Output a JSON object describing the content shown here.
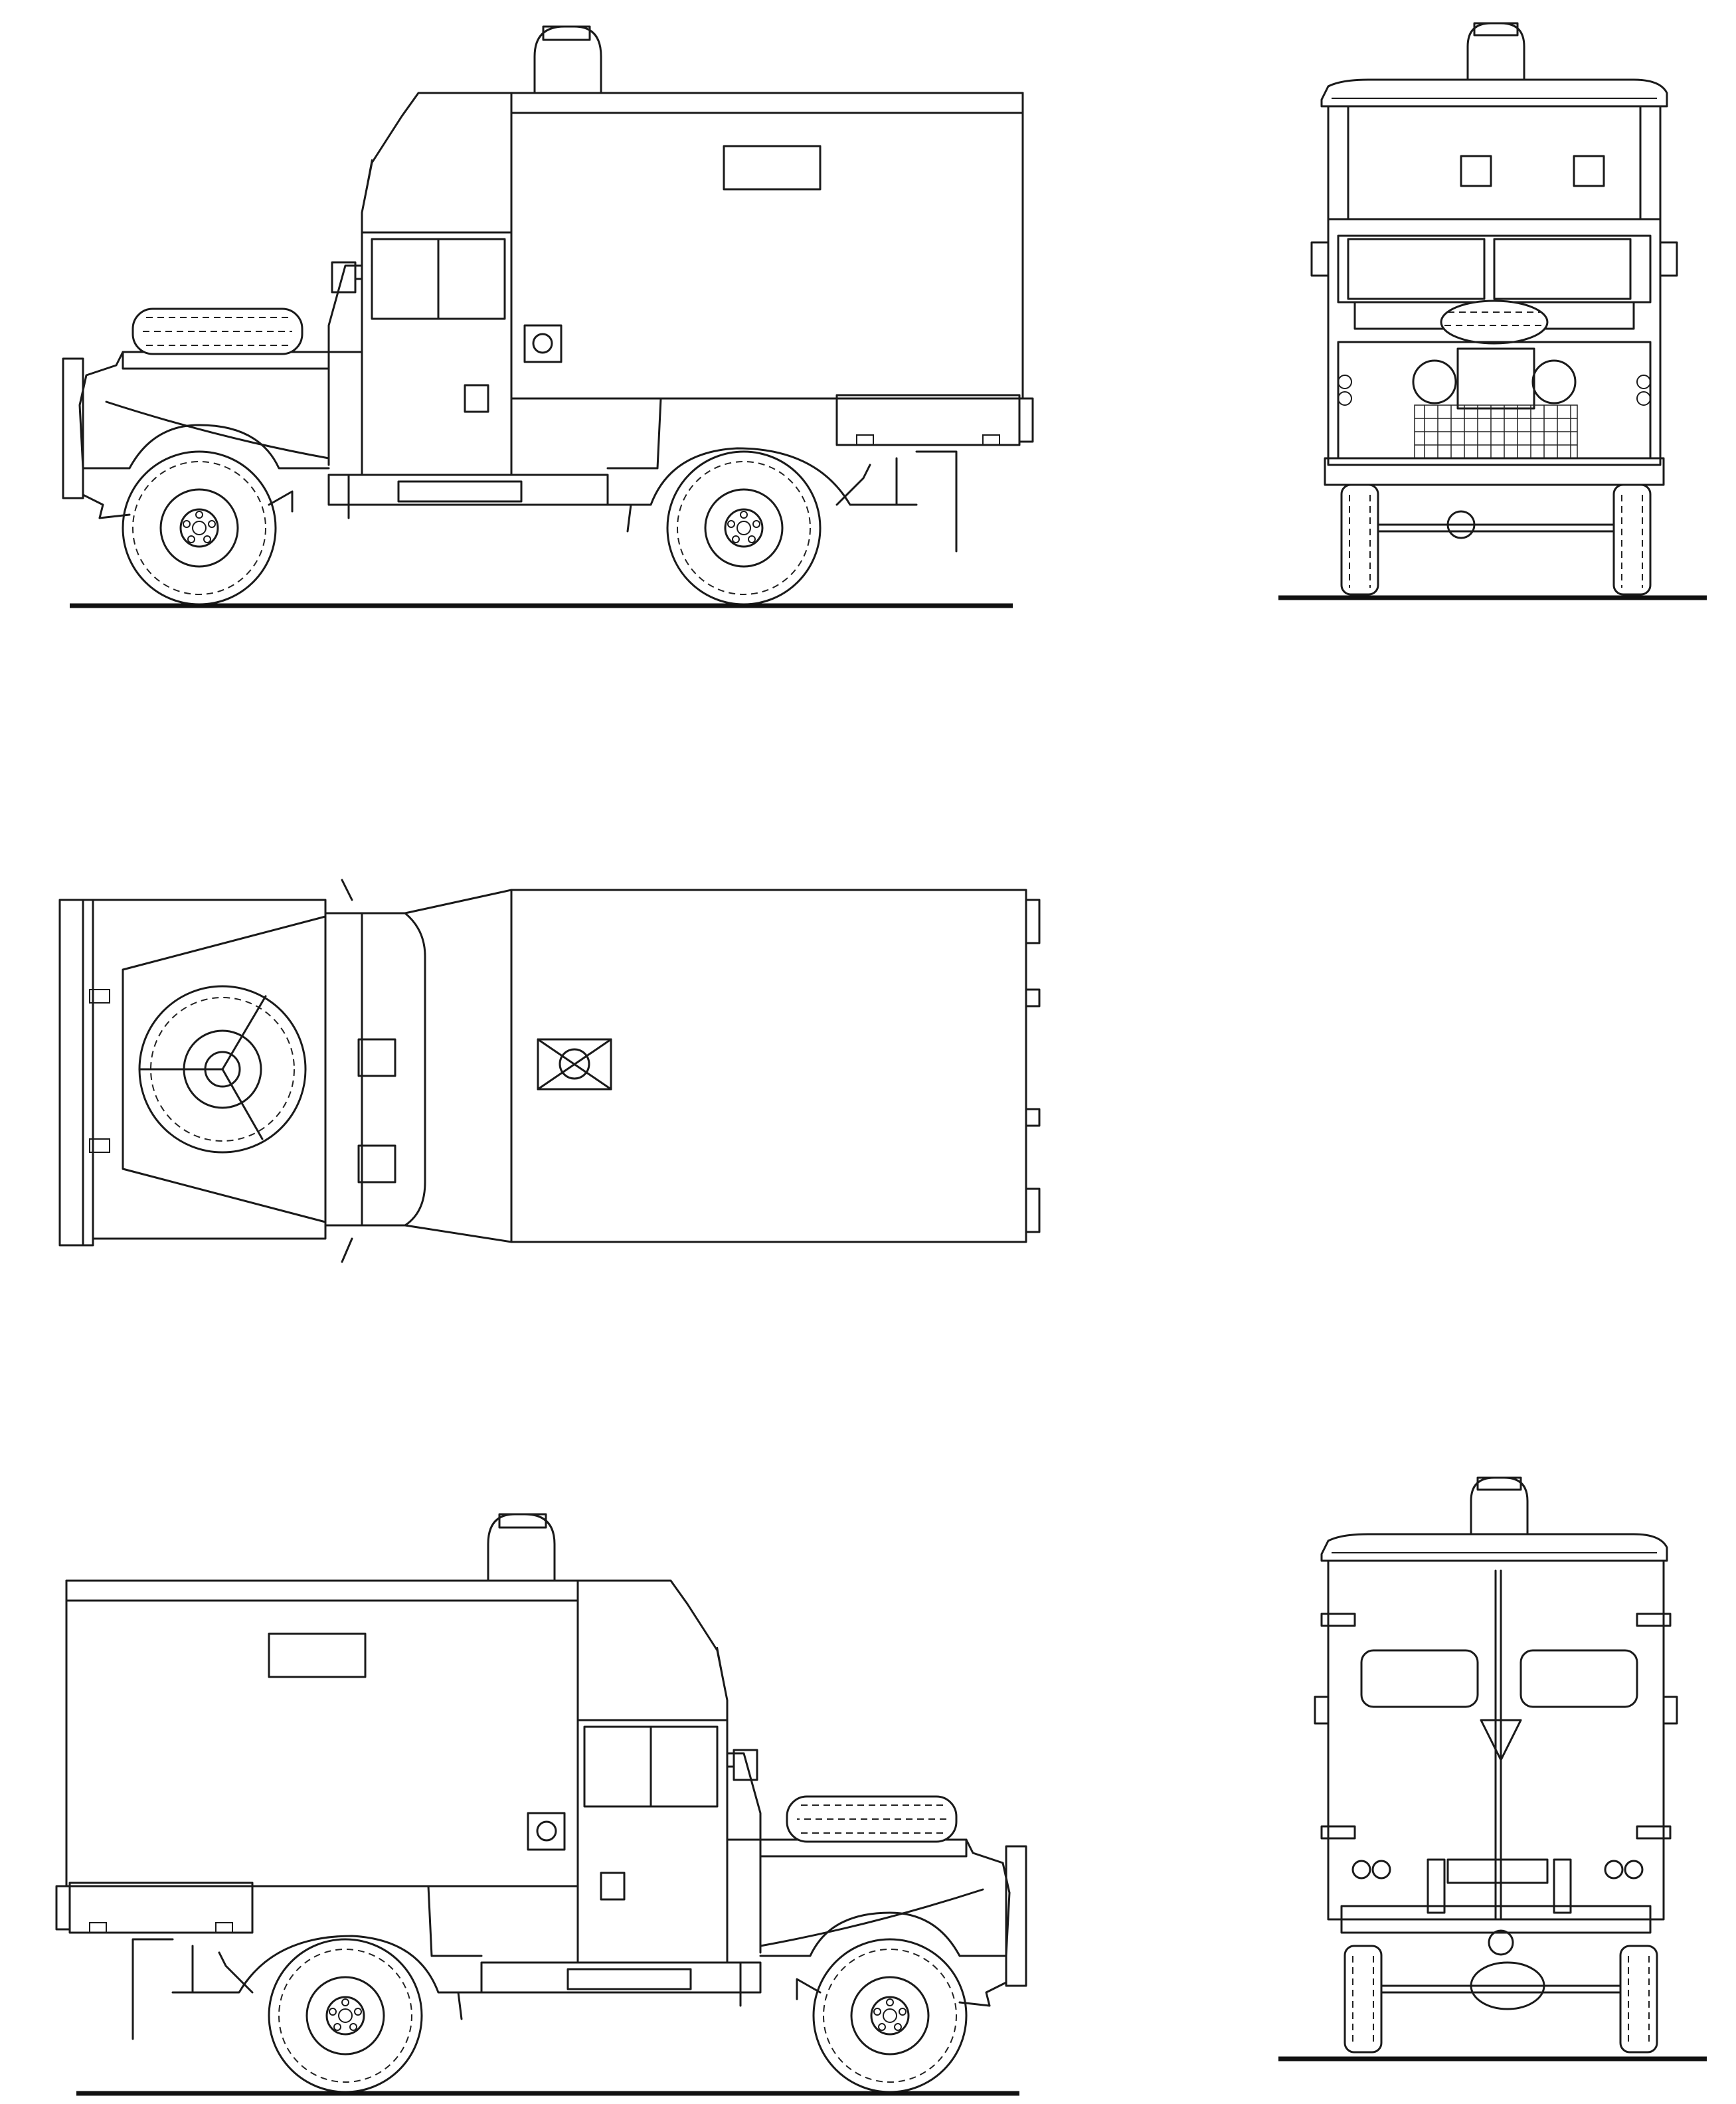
{
  "drawing": {
    "views": [
      {
        "id": "left-side",
        "kind": "side"
      },
      {
        "id": "front",
        "kind": "front"
      },
      {
        "id": "top",
        "kind": "top"
      },
      {
        "id": "right-side",
        "kind": "side"
      },
      {
        "id": "rear",
        "kind": "rear"
      }
    ]
  },
  "style": {
    "line_color": "#1a1a1a",
    "paper_color": "#ffffff"
  }
}
